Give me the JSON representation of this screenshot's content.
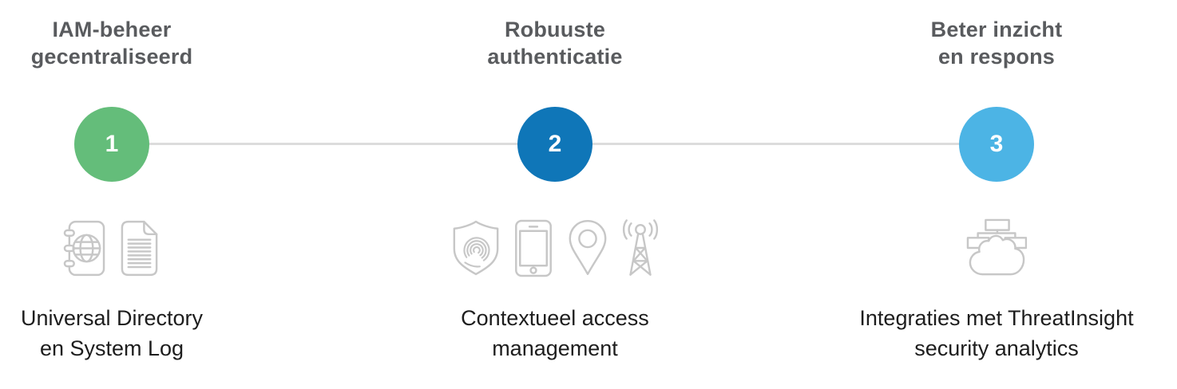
{
  "figure": {
    "connector_color": "#dcdcdc",
    "icon_color": "#c7c7c7",
    "title_color": "#595b5e",
    "caption_color": "#1d1d1d"
  },
  "steps": [
    {
      "number": "1",
      "color": "#64bd7a",
      "title_lines": [
        "IAM-beheer",
        "gecentraliseerd"
      ],
      "icons": [
        "address-book-globe",
        "log-document"
      ],
      "caption_lines": [
        "Universal Directory",
        "en System Log"
      ]
    },
    {
      "number": "2",
      "color": "#0f76b8",
      "title_lines": [
        "Robuuste",
        "authenticatie"
      ],
      "icons": [
        "fingerprint-shield",
        "smartphone",
        "location-pin",
        "radio-tower"
      ],
      "caption_lines": [
        "Contextueel access",
        "management"
      ]
    },
    {
      "number": "3",
      "color": "#4cb4e5",
      "title_lines": [
        "Beter inzicht",
        "en respons"
      ],
      "icons": [
        "cloud-integrations"
      ],
      "caption_lines": [
        "Integraties met ThreatInsight",
        "security analytics"
      ]
    }
  ]
}
